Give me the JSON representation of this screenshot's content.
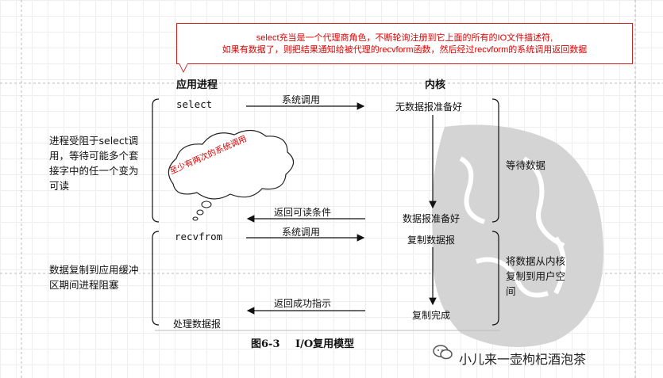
{
  "callout": {
    "line1": "select充当是一个代理商角色，不断轮询注册到它上面的所有的IO文件描述符,",
    "line2": "如果有数据了，则把结果通知给被代理的recvform函数，然后经过recvform的系统调用返回数据"
  },
  "headers": {
    "app": "应用进程",
    "kernel": "内核"
  },
  "app_steps": {
    "select": "select",
    "recvfrom": "recvfrom",
    "process": "处理数据报"
  },
  "kernel_steps": {
    "no_data": "无数据报准备好",
    "ready": "数据报准备好",
    "copy": "复制数据报",
    "done": "复制完成"
  },
  "arrows": {
    "syscall1": "系统调用",
    "return_readable": "返回可读条件",
    "syscall2": "系统调用",
    "return_success": "返回成功指示"
  },
  "left_notes": {
    "blocked_select": "进程受阻于select调用，等待可能多个套接字中的任一个变为可读",
    "blocked_copy": "数据复制到应用缓冲区期间进程阻塞"
  },
  "right_notes": {
    "wait": "等待数据",
    "copy": "将数据从内核复制到用户空间"
  },
  "cloud": {
    "text": "至少有两次的系统调用"
  },
  "caption": {
    "fig": "图6-3",
    "title": "I/O复用模型"
  },
  "watermark": {
    "text": "小儿来一壶枸杞酒泡茶"
  }
}
